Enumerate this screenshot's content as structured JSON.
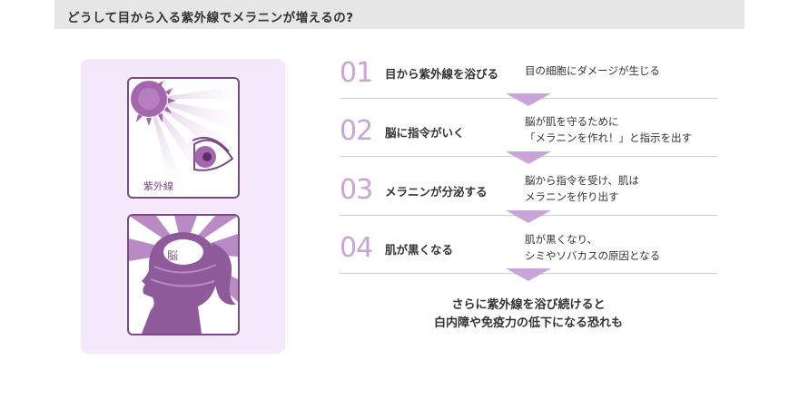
{
  "header": {
    "title": "どうして目から入る紫外線でメラニンが増えるの?"
  },
  "illustrations": {
    "uv_label": "紫外線",
    "brain_label": "脳"
  },
  "steps": [
    {
      "number": "01",
      "heading": "目から紫外線を浴びる",
      "desc": [
        "目の細胞にダメージが生じる"
      ]
    },
    {
      "number": "02",
      "heading": "脳に指令がいく",
      "desc": [
        "脳が肌を守るために",
        "「メラニンを作れ！」と指示を出す"
      ]
    },
    {
      "number": "03",
      "heading": "メラニンが分泌する",
      "desc": [
        "脳から指令を受け、肌は",
        "メラニンを作り出す"
      ]
    },
    {
      "number": "04",
      "heading": "肌が黒くなる",
      "desc": [
        "肌が黒くなり、",
        "シミやソバカスの原因となる"
      ]
    }
  ],
  "conclusion": [
    "さらに紫外線を浴び続けると",
    "白内障や免疫力の低下になる恐れも"
  ],
  "colors": {
    "accent": "#c9a4d6",
    "deep": "#7b4a86",
    "panel": "#f6e8fb",
    "title_bar": "#e6e6e6"
  }
}
